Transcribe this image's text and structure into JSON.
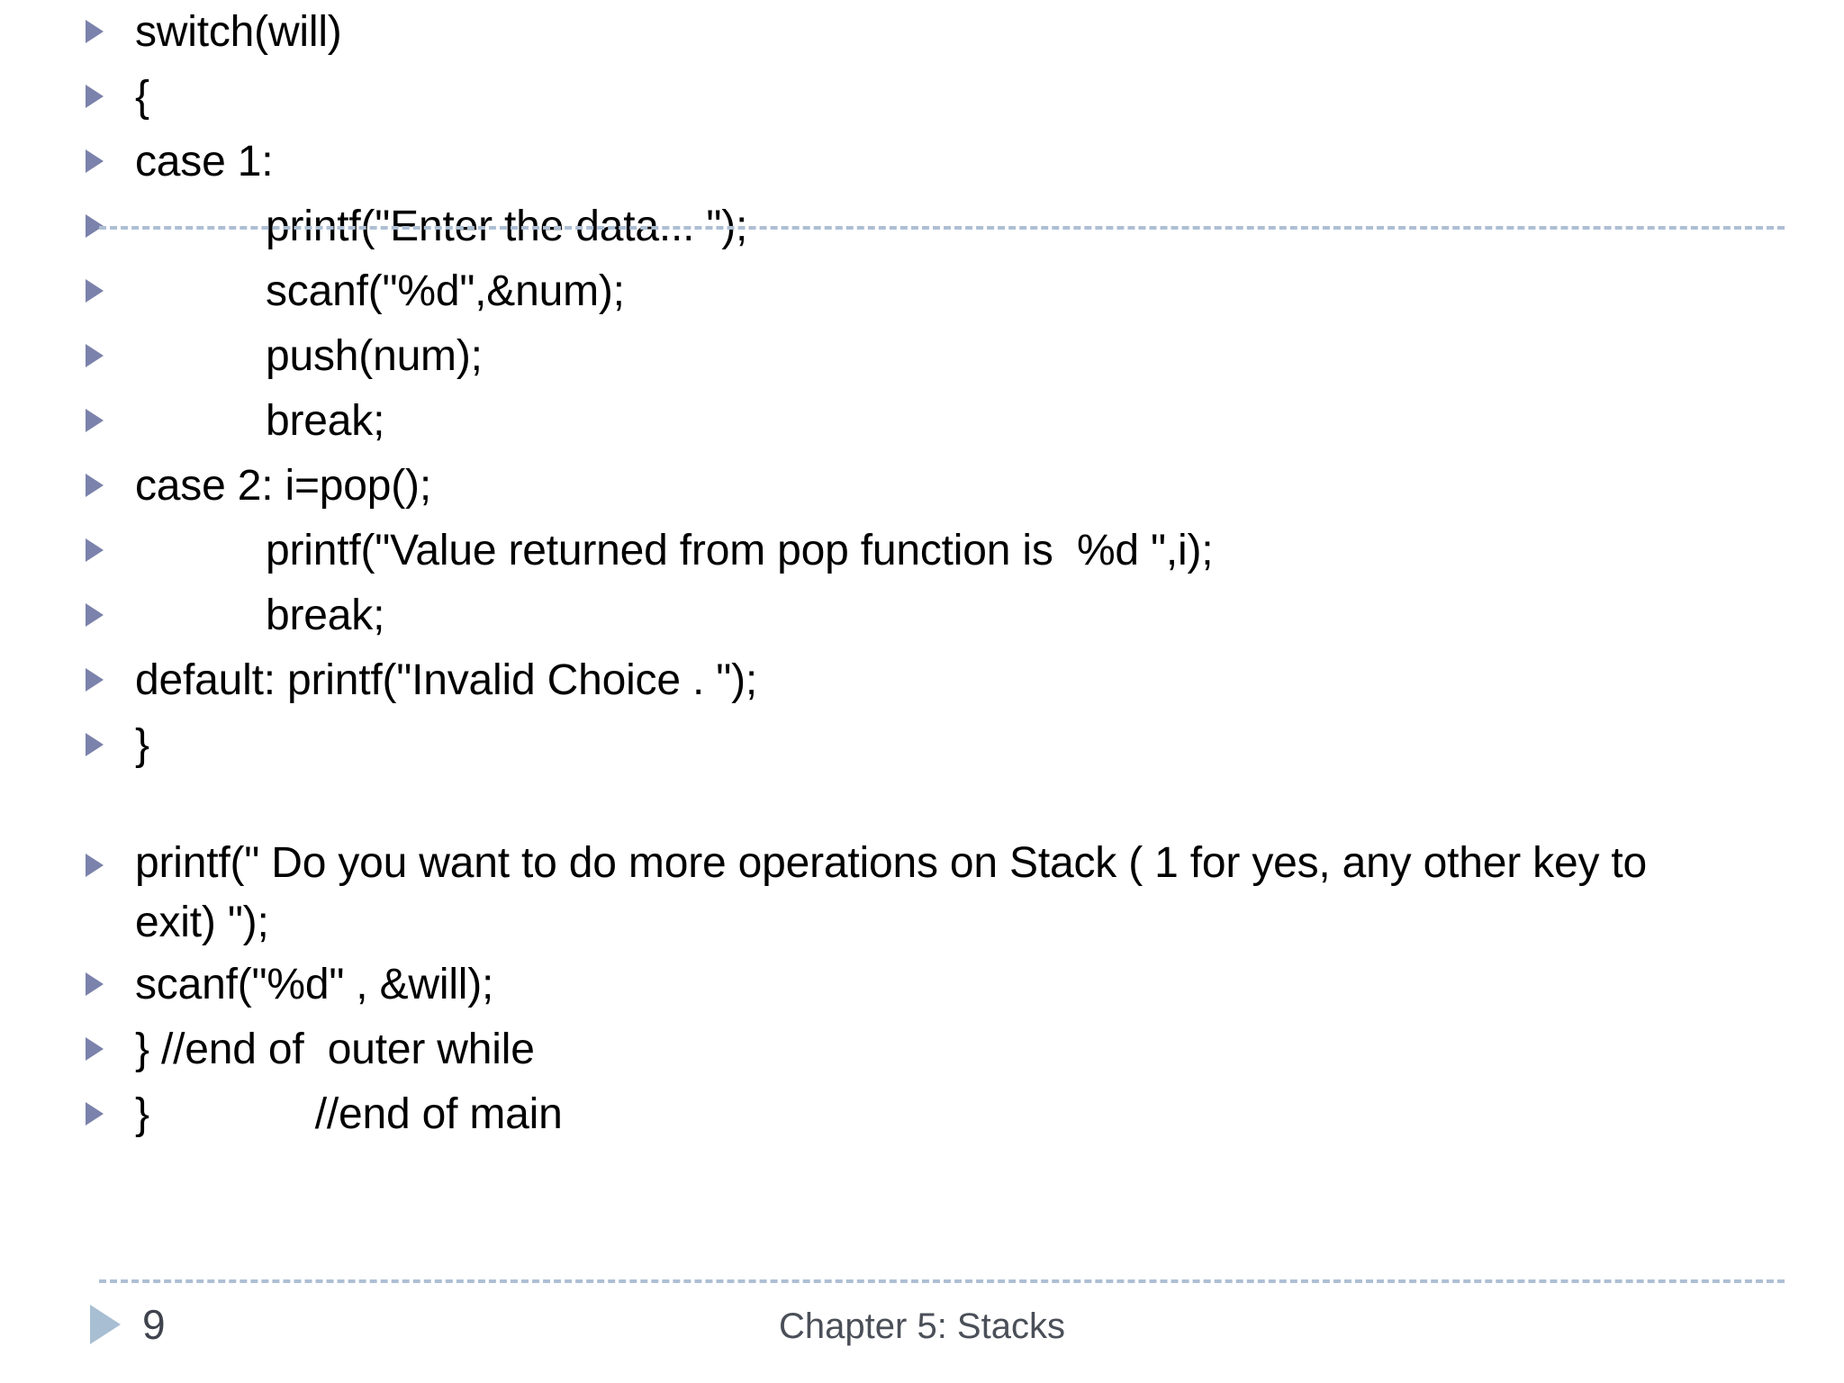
{
  "slide": {
    "page_number": "9",
    "footer_title": "Chapter 5: Stacks",
    "bullet_color": "#7b82ab",
    "rule_color": "#aebfd4",
    "footer_triangle_color": "#a8bed2",
    "footer_text_color": "#4a4f58",
    "lines": [
      {
        "text": "switch(will)",
        "indented": false
      },
      {
        "text": "{",
        "indented": false
      },
      {
        "text": "case 1:",
        "indented": false
      },
      {
        "text": "printf(\"Enter the data... \");",
        "indented": true
      },
      {
        "text": "scanf(\"%d\",&num);",
        "indented": true
      },
      {
        "text": "push(num);",
        "indented": true
      },
      {
        "text": "break;",
        "indented": true
      },
      {
        "text": "case 2: i=pop();",
        "indented": false
      },
      {
        "text": "printf(\"Value returned from pop function is  %d \",i);",
        "indented": true
      },
      {
        "text": "break;",
        "indented": true
      },
      {
        "text": "default: printf(\"Invalid Choice . \");",
        "indented": false
      },
      {
        "text": "}",
        "indented": false
      },
      {
        "text": "printf(\" Do you want to do more operations on Stack ( 1 for yes, any other key to exit) \");",
        "indented": false,
        "wrap": true
      },
      {
        "text": "scanf(\"%d\" , &will);",
        "indented": false
      },
      {
        "text": "} //end of  outer while",
        "indented": false
      },
      {
        "text": "}              //end of main",
        "indented": false
      }
    ]
  }
}
